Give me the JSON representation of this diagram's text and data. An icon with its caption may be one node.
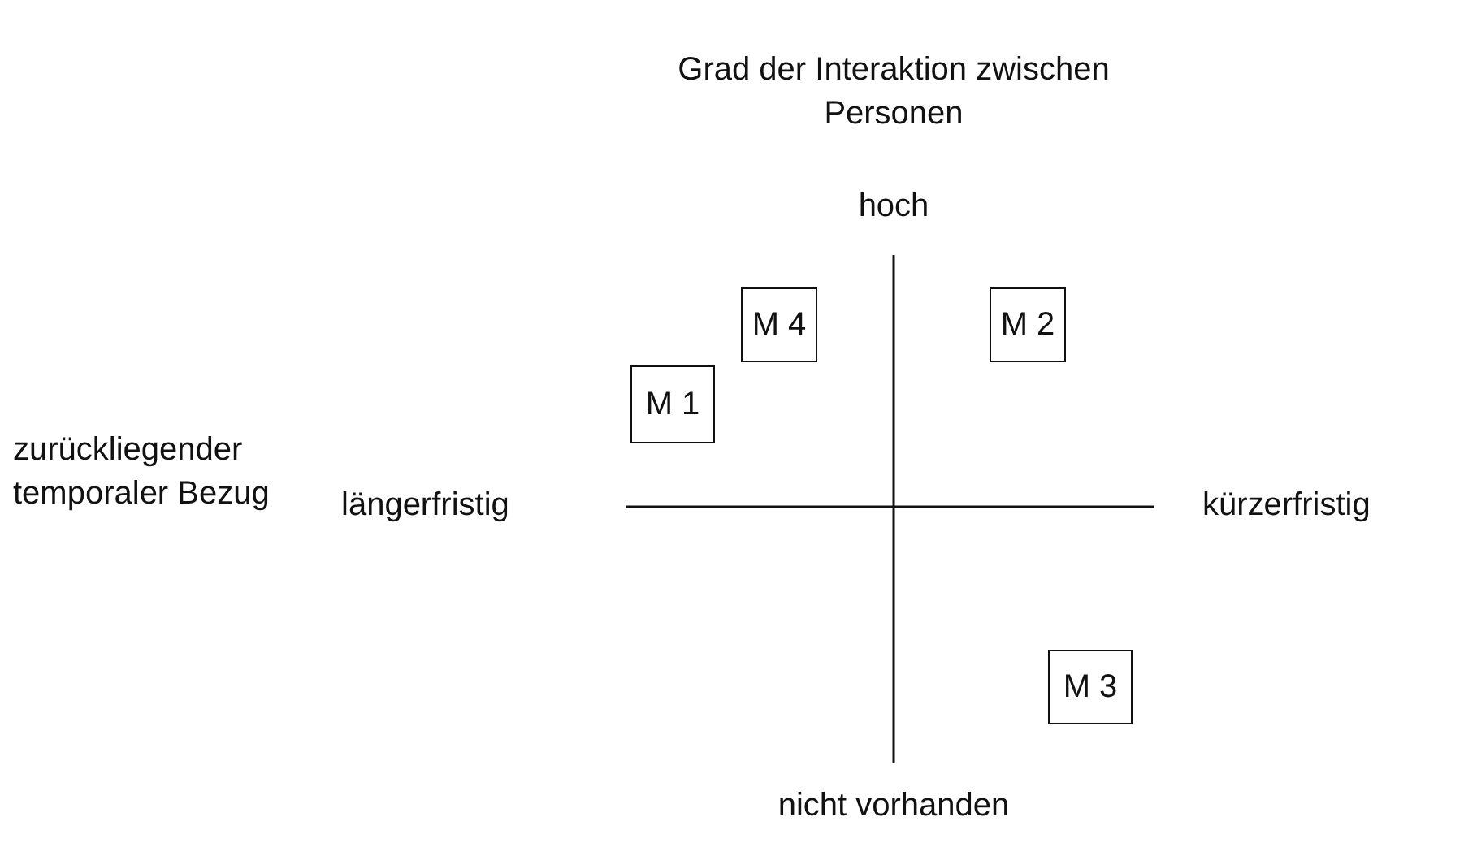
{
  "diagram": {
    "nodes": [
      {
        "text": [
          "M 4"
        ]
      },
      {
        "text": [
          "M 2"
        ]
      },
      {
        "text": [
          "M 1"
        ]
      },
      {
        "text": [
          "M 3"
        ]
      }
    ],
    "labels": [
      "Grad der Interaktion zwischen Personen",
      "hoch",
      "zurückliegender temporaler Bezug",
      "längerfristig",
      "kürzerfristig",
      "nicht vorhanden"
    ]
  }
}
